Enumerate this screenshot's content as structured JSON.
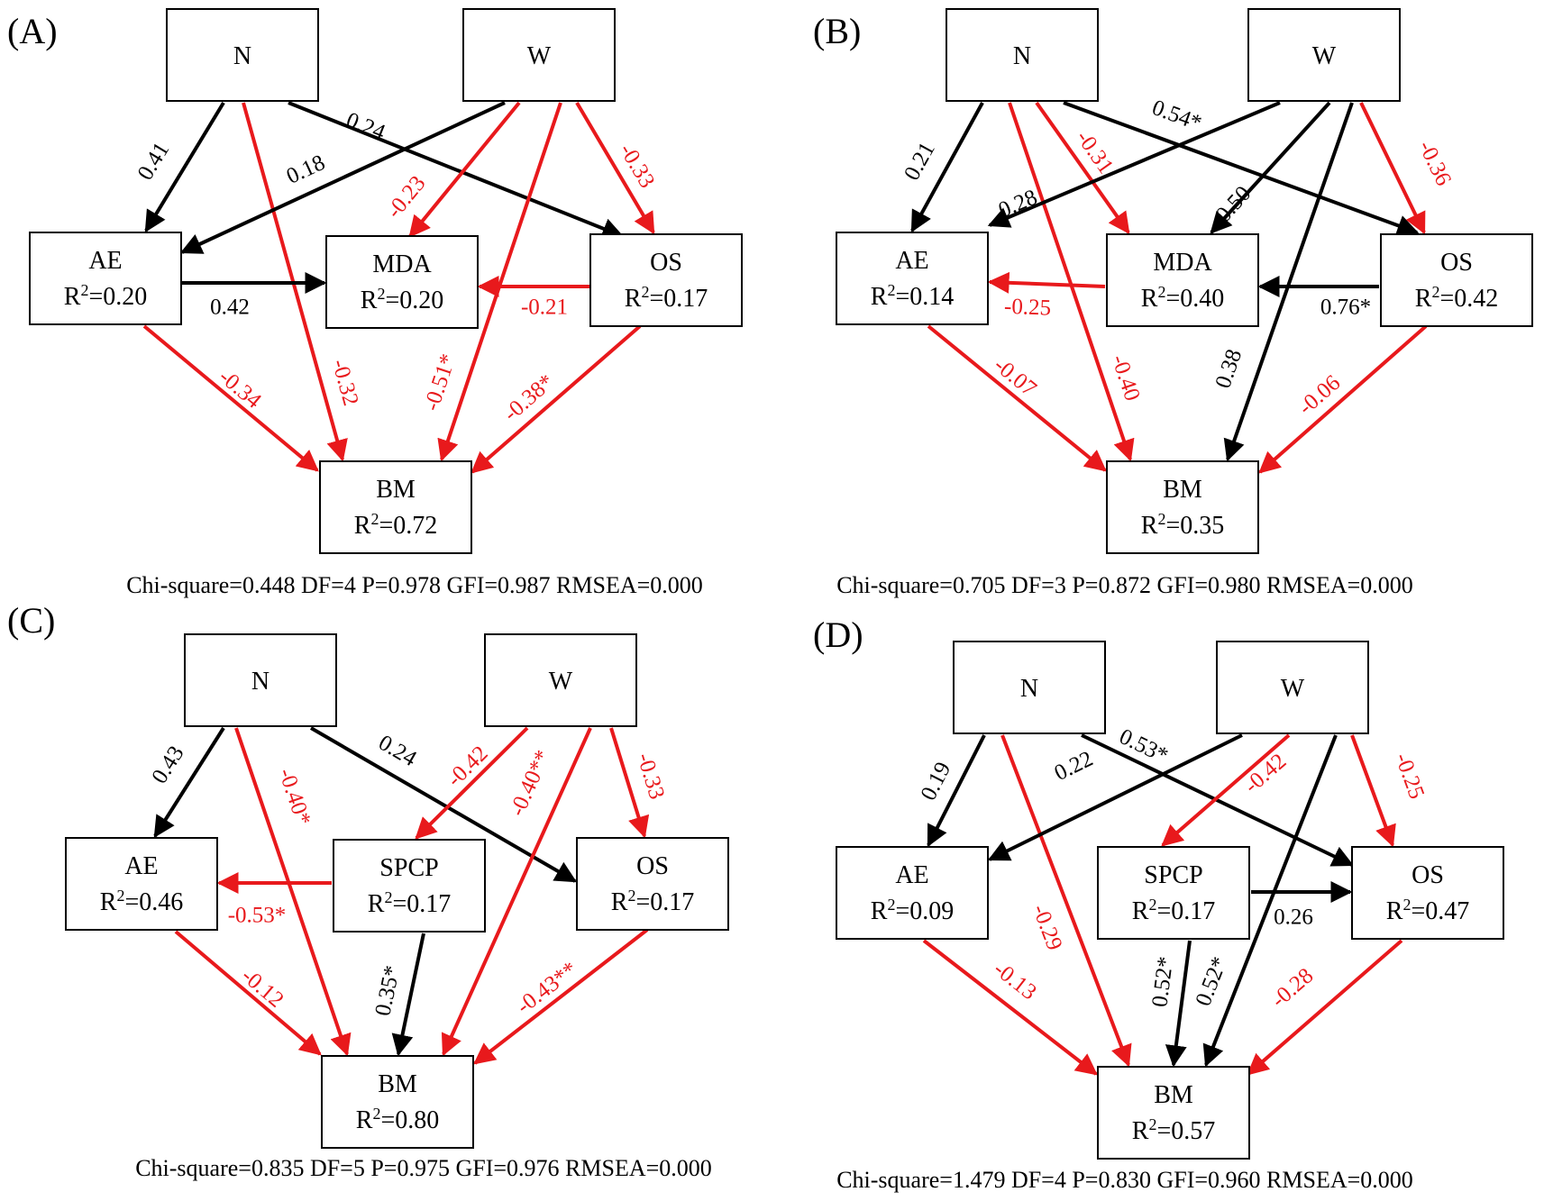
{
  "colors": {
    "positive": "#000000",
    "negative": "#e8191c"
  },
  "panels": [
    {
      "id": "A",
      "label": "(A)",
      "fit": "Chi-square=0.448 DF=4 P=0.978 GFI=0.987 RMSEA=0.000",
      "nodes": [
        {
          "id": "N",
          "name": "N",
          "r2": ""
        },
        {
          "id": "W",
          "name": "W",
          "r2": ""
        },
        {
          "id": "AE",
          "name": "AE",
          "r2": "=0.20"
        },
        {
          "id": "MDA",
          "name": "MDA",
          "r2": "=0.20"
        },
        {
          "id": "OS",
          "name": "OS",
          "r2": "=0.17"
        },
        {
          "id": "BM",
          "name": "BM",
          "r2": "=0.72"
        }
      ],
      "paths": [
        {
          "from": "N",
          "to": "AE",
          "coef": "0.41",
          "sign": "pos"
        },
        {
          "from": "N",
          "to": "OS",
          "coef": "0.24",
          "sign": "pos"
        },
        {
          "from": "N",
          "to": "BM",
          "coef": "-0.32",
          "sign": "neg"
        },
        {
          "from": "W",
          "to": "AE",
          "coef": "0.18",
          "sign": "pos"
        },
        {
          "from": "W",
          "to": "MDA",
          "coef": "-0.23",
          "sign": "neg"
        },
        {
          "from": "W",
          "to": "OS",
          "coef": "-0.33",
          "sign": "neg"
        },
        {
          "from": "W",
          "to": "BM",
          "coef": "-0.51*",
          "sign": "neg"
        },
        {
          "from": "AE",
          "to": "MDA",
          "coef": "0.42",
          "sign": "pos"
        },
        {
          "from": "OS",
          "to": "MDA",
          "coef": "-0.21",
          "sign": "neg"
        },
        {
          "from": "AE",
          "to": "BM",
          "coef": "-0.34",
          "sign": "neg"
        },
        {
          "from": "OS",
          "to": "BM",
          "coef": "-0.38*",
          "sign": "neg"
        }
      ]
    },
    {
      "id": "B",
      "label": "(B)",
      "fit": "Chi-square=0.705 DF=3 P=0.872 GFI=0.980 RMSEA=0.000",
      "nodes": [
        {
          "id": "N",
          "name": "N",
          "r2": ""
        },
        {
          "id": "W",
          "name": "W",
          "r2": ""
        },
        {
          "id": "AE",
          "name": "AE",
          "r2": "=0.14"
        },
        {
          "id": "MDA",
          "name": "MDA",
          "r2": "=0.40"
        },
        {
          "id": "OS",
          "name": "OS",
          "r2": "=0.42"
        },
        {
          "id": "BM",
          "name": "BM",
          "r2": "=0.35"
        }
      ],
      "paths": [
        {
          "from": "N",
          "to": "AE",
          "coef": "0.21",
          "sign": "pos"
        },
        {
          "from": "N",
          "to": "MDA",
          "coef": "-0.31",
          "sign": "neg"
        },
        {
          "from": "N",
          "to": "OS",
          "coef": "0.54*",
          "sign": "pos"
        },
        {
          "from": "N",
          "to": "BM",
          "coef": "-0.40",
          "sign": "neg"
        },
        {
          "from": "W",
          "to": "AE",
          "coef": "0.28",
          "sign": "pos"
        },
        {
          "from": "W",
          "to": "MDA",
          "coef": "0.50",
          "sign": "pos"
        },
        {
          "from": "W",
          "to": "OS",
          "coef": "-0.36",
          "sign": "neg"
        },
        {
          "from": "W",
          "to": "BM",
          "coef": "0.38",
          "sign": "pos"
        },
        {
          "from": "MDA",
          "to": "AE",
          "coef": "-0.25",
          "sign": "neg"
        },
        {
          "from": "OS",
          "to": "MDA",
          "coef": "0.76*",
          "sign": "pos"
        },
        {
          "from": "AE",
          "to": "BM",
          "coef": "-0.07",
          "sign": "neg"
        },
        {
          "from": "OS",
          "to": "BM",
          "coef": "-0.06",
          "sign": "neg"
        }
      ]
    },
    {
      "id": "C",
      "label": "(C)",
      "fit": "Chi-square=0.835 DF=5 P=0.975 GFI=0.976 RMSEA=0.000",
      "nodes": [
        {
          "id": "N",
          "name": "N",
          "r2": ""
        },
        {
          "id": "W",
          "name": "W",
          "r2": ""
        },
        {
          "id": "AE",
          "name": "AE",
          "r2": "=0.46"
        },
        {
          "id": "SPCP",
          "name": "SPCP",
          "r2": "=0.17"
        },
        {
          "id": "OS",
          "name": "OS",
          "r2": "=0.17"
        },
        {
          "id": "BM",
          "name": "BM",
          "r2": "=0.80"
        }
      ],
      "paths": [
        {
          "from": "N",
          "to": "AE",
          "coef": "0.43",
          "sign": "pos"
        },
        {
          "from": "N",
          "to": "OS",
          "coef": "0.24",
          "sign": "pos"
        },
        {
          "from": "N",
          "to": "BM",
          "coef": "-0.40*",
          "sign": "neg"
        },
        {
          "from": "W",
          "to": "SPCP",
          "coef": "-0.42",
          "sign": "neg"
        },
        {
          "from": "W",
          "to": "BM",
          "coef": "-0.40**",
          "sign": "neg"
        },
        {
          "from": "W",
          "to": "OS",
          "coef": "-0.33",
          "sign": "neg"
        },
        {
          "from": "SPCP",
          "to": "AE",
          "coef": "-0.53*",
          "sign": "neg"
        },
        {
          "from": "SPCP",
          "to": "BM",
          "coef": "0.35*",
          "sign": "pos"
        },
        {
          "from": "AE",
          "to": "BM",
          "coef": "-0.12",
          "sign": "neg"
        },
        {
          "from": "OS",
          "to": "BM",
          "coef": "-0.43**",
          "sign": "neg"
        }
      ]
    },
    {
      "id": "D",
      "label": "(D)",
      "fit": "Chi-square=1.479 DF=4 P=0.830 GFI=0.960 RMSEA=0.000",
      "nodes": [
        {
          "id": "N",
          "name": "N",
          "r2": ""
        },
        {
          "id": "W",
          "name": "W",
          "r2": ""
        },
        {
          "id": "AE",
          "name": "AE",
          "r2": "=0.09"
        },
        {
          "id": "SPCP",
          "name": "SPCP",
          "r2": "=0.17"
        },
        {
          "id": "OS",
          "name": "OS",
          "r2": "=0.47"
        },
        {
          "id": "BM",
          "name": "BM",
          "r2": "=0.57"
        }
      ],
      "paths": [
        {
          "from": "N",
          "to": "AE",
          "coef": "0.19",
          "sign": "pos"
        },
        {
          "from": "N",
          "to": "OS",
          "coef": "0.53*",
          "sign": "pos"
        },
        {
          "from": "N",
          "to": "BM",
          "coef": "-0.29",
          "sign": "neg"
        },
        {
          "from": "W",
          "to": "AE",
          "coef": "0.22",
          "sign": "pos"
        },
        {
          "from": "W",
          "to": "SPCP",
          "coef": "-0.42",
          "sign": "neg"
        },
        {
          "from": "W",
          "to": "OS",
          "coef": "-0.25",
          "sign": "neg"
        },
        {
          "from": "W",
          "to": "BM",
          "coef": "0.52*",
          "sign": "pos"
        },
        {
          "from": "SPCP",
          "to": "OS",
          "coef": "0.26",
          "sign": "pos"
        },
        {
          "from": "SPCP",
          "to": "BM",
          "coef": "0.52*",
          "sign": "pos"
        },
        {
          "from": "AE",
          "to": "BM",
          "coef": "-0.13",
          "sign": "neg"
        },
        {
          "from": "OS",
          "to": "BM",
          "coef": "-0.28",
          "sign": "neg"
        }
      ]
    }
  ]
}
